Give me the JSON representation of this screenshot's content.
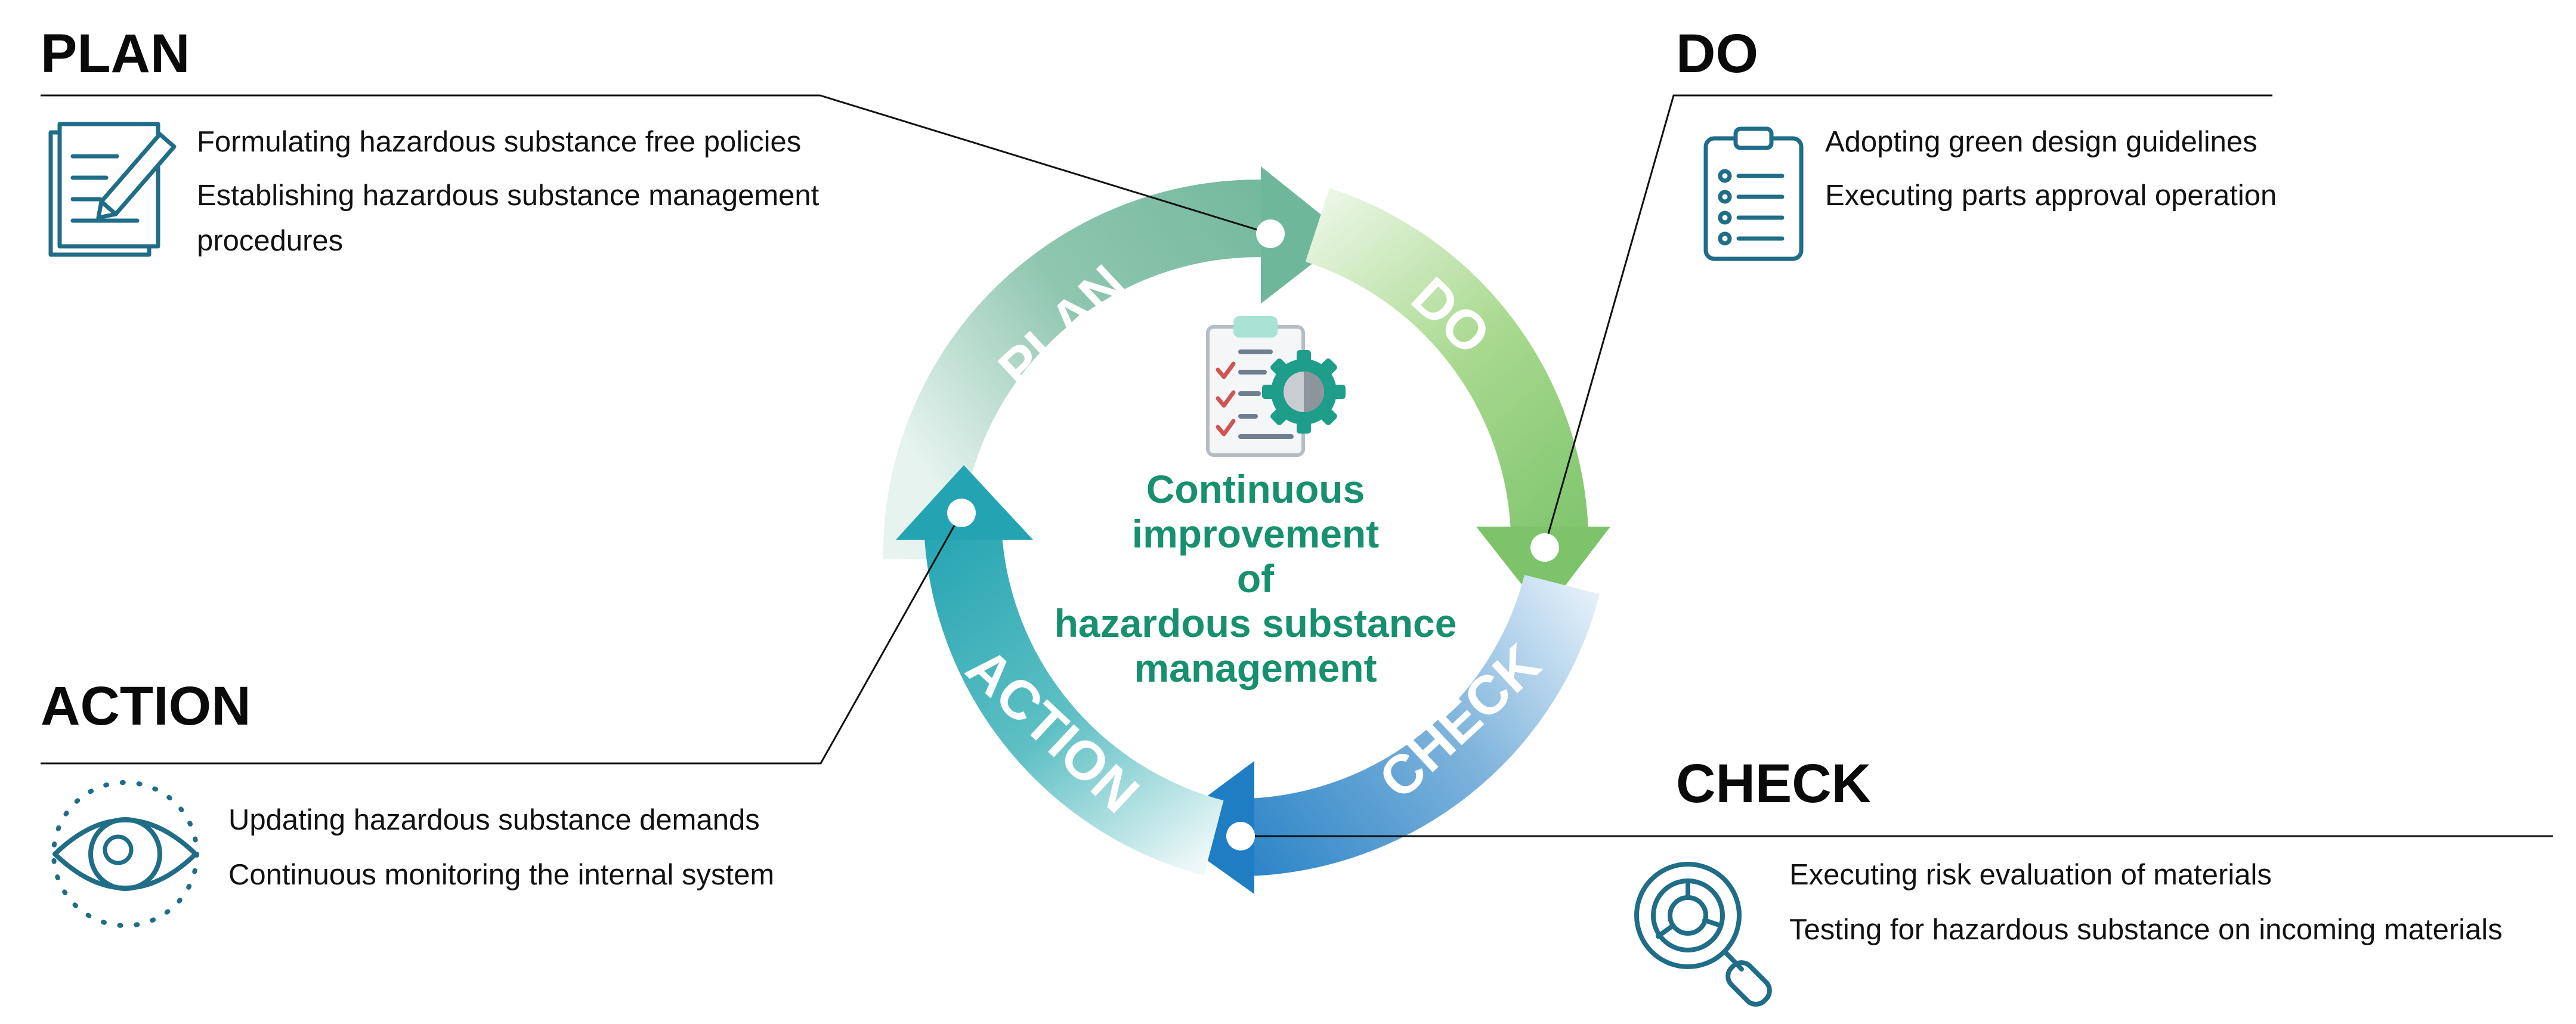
{
  "sections": {
    "plan": {
      "title": "PLAN",
      "items": [
        "Formulating hazardous substance free policies",
        "Establishing hazardous substance management",
        "procedures"
      ],
      "icon": "document-edit-icon"
    },
    "do": {
      "title": "DO",
      "items": [
        "Adopting green design guidelines",
        "Executing parts approval operation"
      ],
      "icon": "clipboard-checklist-icon"
    },
    "action": {
      "title": "ACTION",
      "items": [
        "Updating hazardous substance demands",
        "Continuous monitoring the internal system"
      ],
      "icon": "eye-icon"
    },
    "check": {
      "title": "CHECK",
      "items": [
        "Executing risk evaluation of materials",
        "Testing for hazardous substance on incoming materials"
      ],
      "icon": "magnifier-chart-icon"
    }
  },
  "cycle": {
    "labels": {
      "plan": "PLAN",
      "do": "DO",
      "check": "CHECK",
      "action": "ACTION"
    },
    "colors": {
      "plan": "#6fb79a",
      "do": "#7cc36a",
      "check": "#1f7dc4",
      "action": "#2aa6b3",
      "text": "#17906f"
    }
  },
  "center": {
    "icon": "clipboard-gear-icon",
    "lines": [
      "Continuous",
      "improvement",
      "of",
      "hazardous substance",
      "management"
    ]
  }
}
